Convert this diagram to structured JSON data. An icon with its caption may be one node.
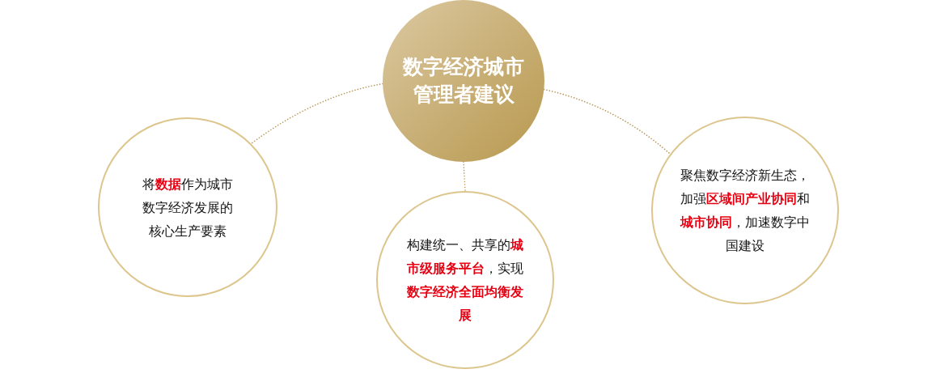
{
  "diagram": {
    "nodes": [
      {
        "text": [
          "数字经济城市管理者建议"
        ]
      },
      {
        "text": [
          "将**数据**作为城市数字经济发展的核心生产要素"
        ]
      },
      {
        "text": [
          "构建统一、共享的**城市级服务平台**，实现**数字经济全面均衡发展**"
        ]
      },
      {
        "text": [
          "聚焦数字经济新生态，加强**区域间产业协同**和**城市协同**，加速数字中国建设"
        ]
      }
    ],
    "edges": [
      {
        "from": 0,
        "to": 1,
        "arrow": "none",
        "style": "dashed"
      },
      {
        "from": 0,
        "to": 2,
        "arrow": "none",
        "style": "dashed"
      },
      {
        "from": 0,
        "to": 3,
        "arrow": "none",
        "style": "dashed"
      }
    ]
  }
}
